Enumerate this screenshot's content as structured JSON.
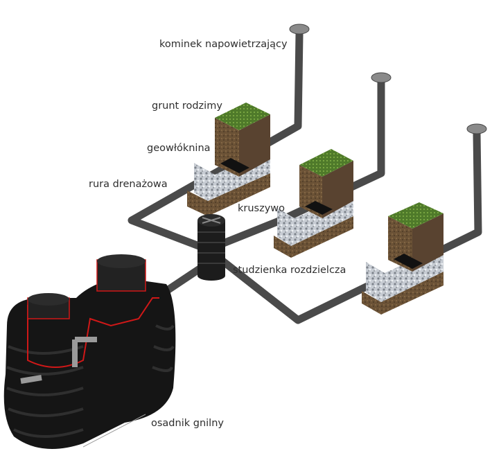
{
  "labels": {
    "vent": "kominek napowietrzający",
    "native_soil": "grunt rodzimy",
    "geotextile": "geowłóknina",
    "drain_pipe": "rura drenażowa",
    "aggregate": "kruszywo",
    "distribution_well": "studzienka rozdzielcza",
    "septic_tank": "osadnik gnilny"
  },
  "colors": {
    "pipe": "#4a4a4a",
    "soil": "#6b5236",
    "grass": "#4f7a2a",
    "gravel": "#c9cfd6",
    "tank": "#1a1a1a",
    "cut_edge": "#d01818"
  }
}
